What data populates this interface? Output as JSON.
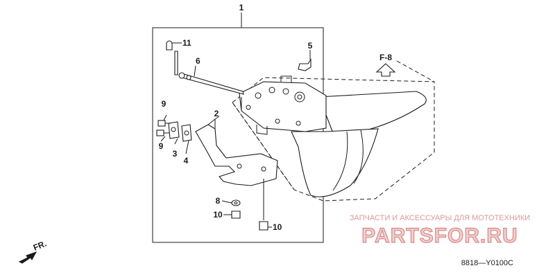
{
  "callouts": [
    {
      "num": "1"
    },
    {
      "num": "11"
    },
    {
      "num": "6"
    },
    {
      "num": "5"
    },
    {
      "num": "2"
    },
    {
      "num": "9"
    },
    {
      "num": "9"
    },
    {
      "num": "3"
    },
    {
      "num": "4"
    },
    {
      "num": "8"
    },
    {
      "num": "10"
    },
    {
      "num": "10"
    }
  ],
  "reference": {
    "label": "F-8"
  },
  "front_marker": {
    "label": "FR."
  },
  "diagram_code": "8818—Y0100C",
  "watermark": {
    "tagline": "ЗАПЧАСТИ И АКСЕССУАРЫ ДЛЯ МОТОТЕХНИКИ",
    "brand": "PARTSFOR.RU",
    "color": "#d88787"
  }
}
